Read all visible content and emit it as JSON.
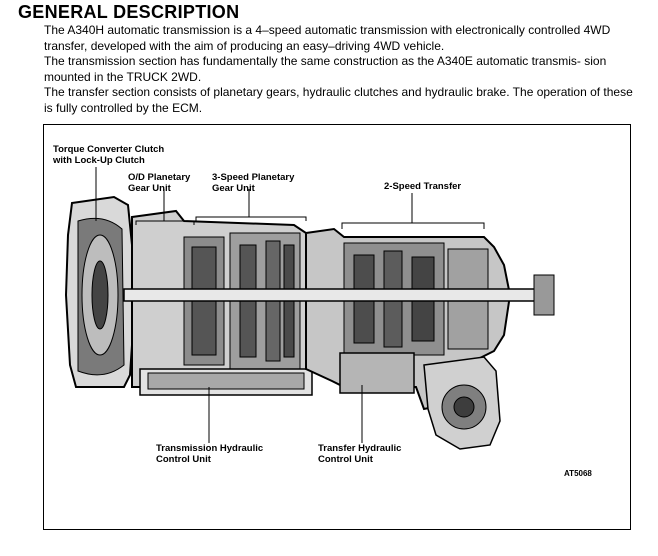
{
  "heading": "GENERAL DESCRIPTION",
  "paragraphs": [
    "The A340H automatic transmission is a 4–speed automatic transmission with electronically controlled 4WD transfer, developed with the aim of producing an easy–driving 4WD vehicle.",
    "The transmission section has fundamentally the same construction as the A340E automatic transmis- sion mounted in the TRUCK 2WD.",
    "The transfer section consists of planetary gears, hydraulic clutches and hydraulic brake. The operation of these is fully controlled by the ECM."
  ],
  "figure": {
    "labels": {
      "torque_converter_line1": "Torque Converter Clutch",
      "torque_converter_line2": "with Lock-Up Clutch",
      "od_planetary_line1": "O/D Planetary",
      "od_planetary_line2": "Gear Unit",
      "three_speed_line1": "3-Speed Planetary",
      "three_speed_line2": "Gear Unit",
      "two_speed_transfer": "2-Speed Transfer",
      "trans_hydraulic_line1": "Transmission Hydraulic",
      "trans_hydraulic_line2": "Control Unit",
      "transfer_hydraulic_line1": "Transfer Hydraulic",
      "transfer_hydraulic_line2": "Control Unit"
    },
    "code": "AT5068"
  }
}
